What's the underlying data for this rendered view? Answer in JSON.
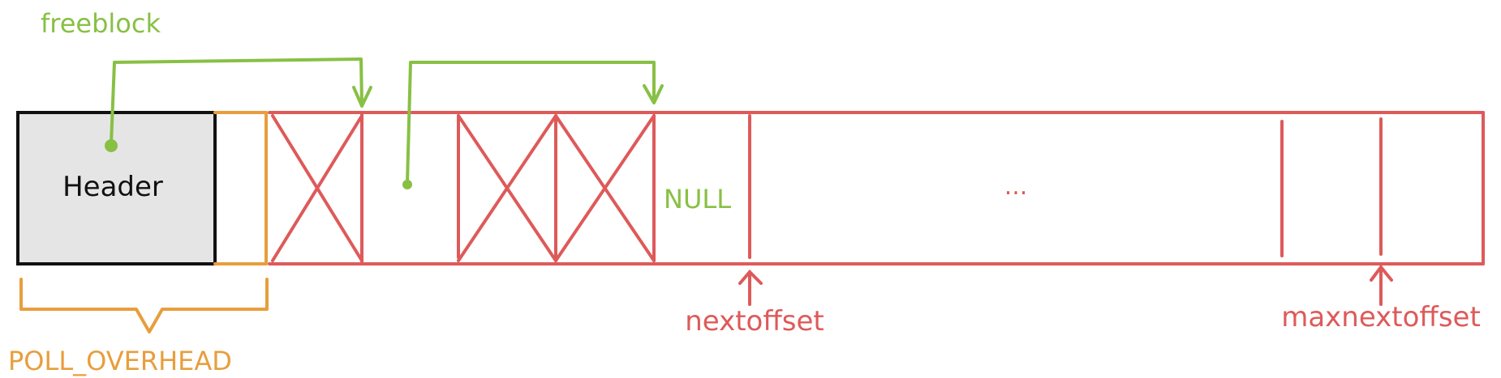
{
  "labels": {
    "freeblock": "freeblock",
    "header": "Header",
    "null_marker": "NULL",
    "ellipsis": "...",
    "nextoffset": "nextoffset",
    "maxnextoffset": "maxnextoffset",
    "poll_overhead": "POLL_OVERHEAD"
  },
  "colors": {
    "header_fill": "#e5e5e5",
    "header_border": "#111111",
    "freelist": "#88c044",
    "memory": "#de5a5a",
    "overhead": "#e89e3c"
  }
}
